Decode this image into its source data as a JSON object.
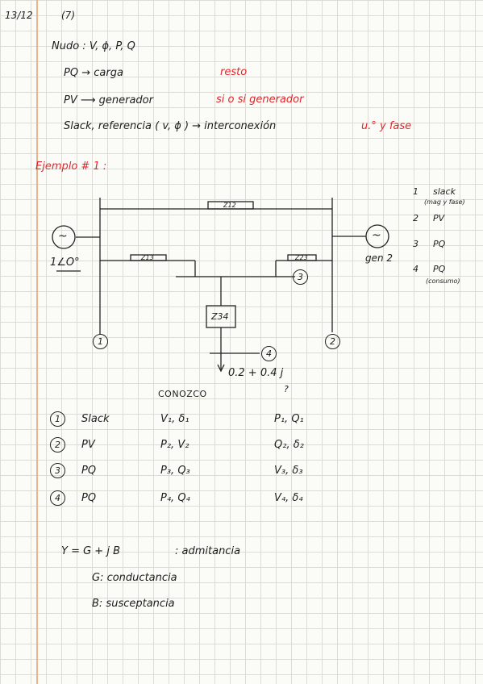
{
  "header": {
    "date": "13/12",
    "page": "(7)"
  },
  "intro": {
    "nodo": "Nudo :  V, ϕ,  P, Q",
    "pq": "PQ  →  carga",
    "pq_note": "resto",
    "pv": "PV  ⟶  generador",
    "pv_note": "si o si  generador",
    "slack": "Slack,  referencia  ( v, ϕ )  →  interconexión",
    "slack_note": "u.°  y fase"
  },
  "example": {
    "title": "Ejemplo  # 1 :",
    "z12": "Z12",
    "z13": "Z13",
    "z23": "Z23",
    "z34": "Z34",
    "gen1_label": "1∠O°",
    "gen2_label": "gen 2",
    "gen_symbol": "~",
    "node1": "1",
    "node2": "2",
    "node3": "3",
    "node4": "4",
    "load": "0.2 + 0.4 j"
  },
  "legend": [
    {
      "num": "1",
      "label": "slack",
      "sub": "(mag y fase)"
    },
    {
      "num": "2",
      "label": "PV",
      "sub": ""
    },
    {
      "num": "3",
      "label": "PQ",
      "sub": ""
    },
    {
      "num": "4",
      "label": "PQ",
      "sub": "(consumo)"
    }
  ],
  "table": {
    "known_header": "CONOZCO",
    "unknown_header": "?",
    "rows": [
      {
        "num": "1",
        "type": "Slack",
        "known": "V₁, δ₁",
        "unknown": "P₁, Q₁"
      },
      {
        "num": "2",
        "type": "PV",
        "known": "P₂, V₂",
        "unknown": "Q₂,  δ₂"
      },
      {
        "num": "3",
        "type": "PQ",
        "known": "P₃, Q₃",
        "unknown": "V₃,  δ₃"
      },
      {
        "num": "4",
        "type": "PQ",
        "known": "P₄, Q₄",
        "unknown": "V₄,  δ₄"
      }
    ]
  },
  "admittance": {
    "y": "Y  =  G + j B",
    "y_note": ":  admitancia",
    "g": "G:  conductancia",
    "b": "B:  susceptancia"
  }
}
